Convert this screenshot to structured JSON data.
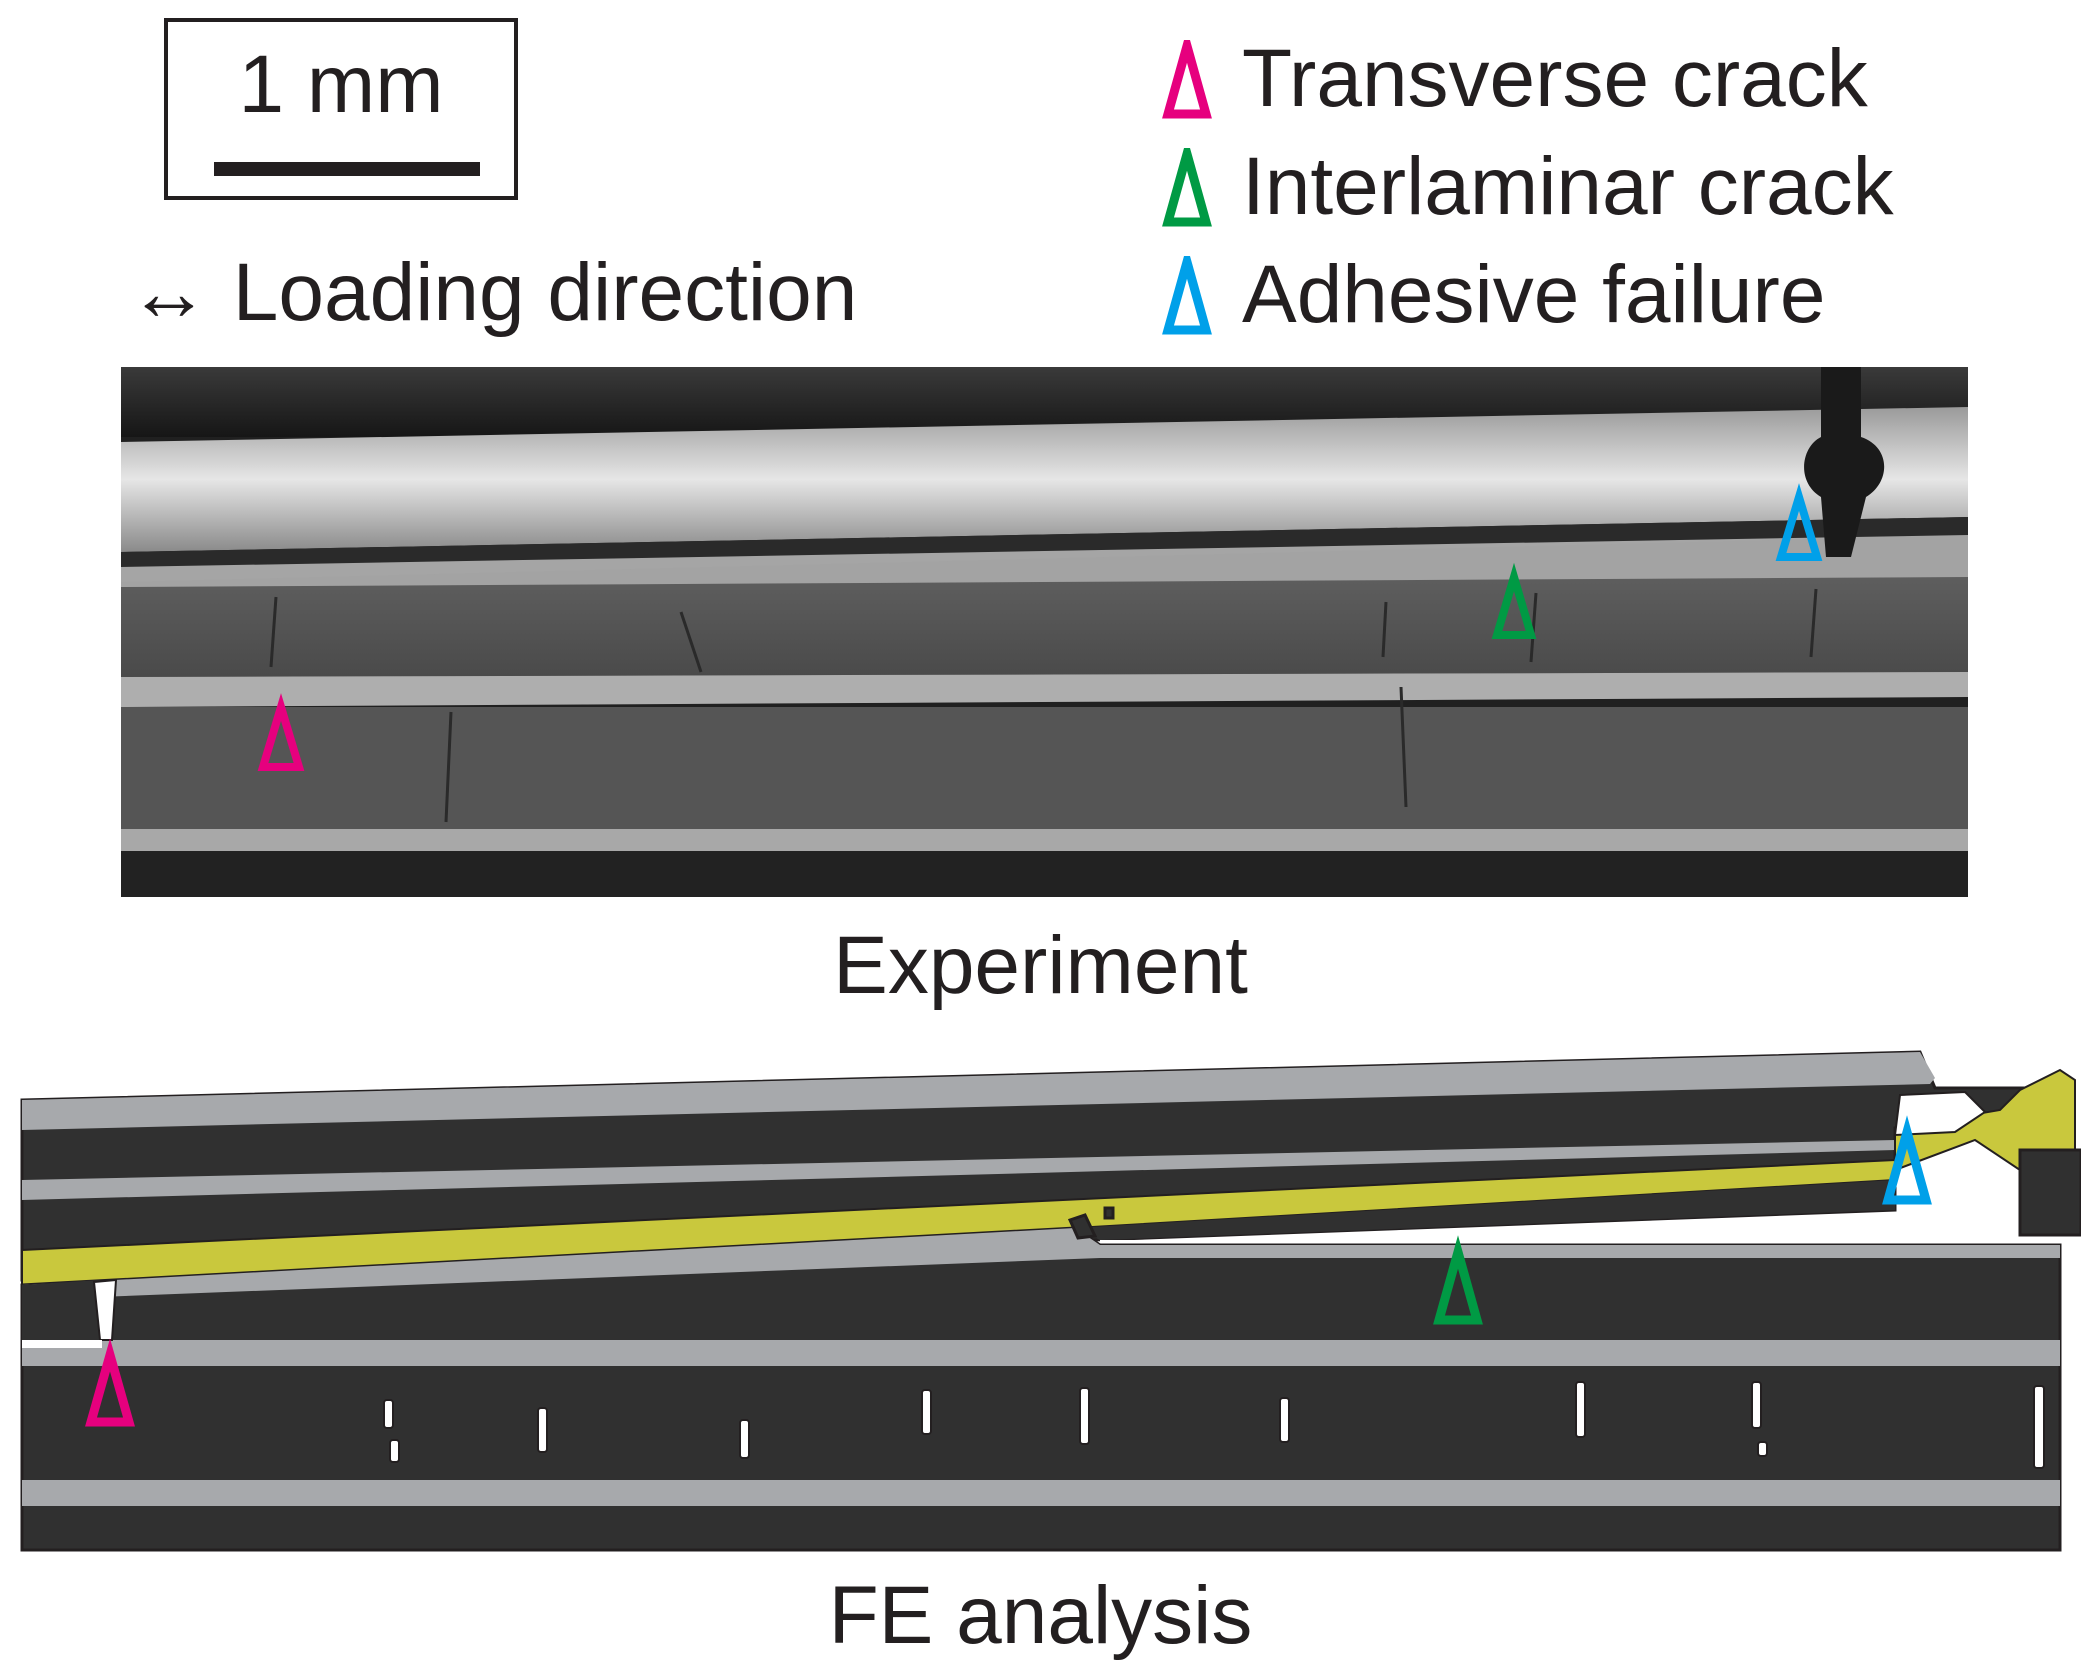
{
  "scale": {
    "label": "1 mm"
  },
  "loading": {
    "text": "↔ Loading direction"
  },
  "legend": [
    {
      "label": "Transverse crack",
      "color": "#e6007e",
      "icon": "triangle-marker-icon"
    },
    {
      "label": "Interlaminar crack",
      "color": "#009a44",
      "icon": "triangle-marker-icon"
    },
    {
      "label": "Adhesive failure",
      "color": "#00a0e9",
      "icon": "triangle-marker-icon"
    }
  ],
  "experiment": {
    "caption": "Experiment"
  },
  "fe": {
    "caption": "FE analysis"
  },
  "colors": {
    "ply_dark": "#303030",
    "ply_gray": "#a7a9ac",
    "adhesive": "#c9c83d",
    "transverse": "#e6007e",
    "interlaminar": "#009a44",
    "adhesive_failure": "#00a0e9"
  }
}
